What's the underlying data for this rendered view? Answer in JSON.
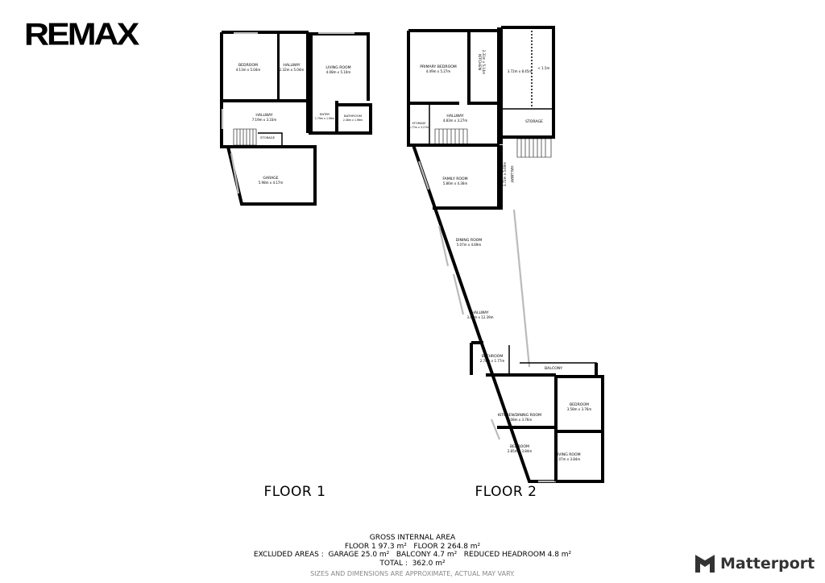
{
  "logo": {
    "text": "REMAX"
  },
  "floors": [
    {
      "label": "FLOOR 1",
      "rooms": [
        {
          "name": "BEDROOM",
          "dims": "4.13m x 5.04m"
        },
        {
          "name": "HALLWAY",
          "dims": "2.32m x 5.04m"
        },
        {
          "name": "LIVING ROOM",
          "dims": "4.08m x 5.10m"
        },
        {
          "name": "HALLWAY",
          "dims": "7.19m x 3.33m"
        },
        {
          "name": "ENTRY",
          "dims": "1.79m x 1.96m"
        },
        {
          "name": "BATHROOM",
          "dims": "2.46m x 1.96m"
        },
        {
          "name": "STORAGE",
          "dims": ""
        },
        {
          "name": "GARAGE",
          "dims": "5.98m x 4.17m"
        }
      ]
    },
    {
      "label": "FLOOR 2",
      "rooms": [
        {
          "name": "PRIMARY BEDROOM",
          "dims": "4.49m x 5.27m"
        },
        {
          "name": "KITCHEN",
          "dims": "2.31m x 5.14m"
        },
        {
          "name": "",
          "dims": "3.72m x 8.45m"
        },
        {
          "name": "STORAGE",
          "dims": ""
        },
        {
          "name": "STORAGE",
          "dims": "1.77m x 3.27m"
        },
        {
          "name": "HALLWAY",
          "dims": "4.83m x 3.27m"
        },
        {
          "name": "HALLWAY",
          "dims": "3.72m x 5.69m"
        },
        {
          "name": "FAMILY ROOM",
          "dims": "5.86m x 4.36m"
        },
        {
          "name": "DINING ROOM",
          "dims": "5.07m x 4.69m"
        },
        {
          "name": "HALLWAY",
          "dims": "3.44m x 12.39m"
        },
        {
          "name": "BATHROOM",
          "dims": "2.78m x 1.77m"
        },
        {
          "name": "BALCONY",
          "dims": ""
        },
        {
          "name": "KITCHEN/DINING ROOM",
          "dims": "5.08m x 3.76m"
        },
        {
          "name": "BEDROOM",
          "dims": "3.58m x 3.76m"
        },
        {
          "name": "BEDROOM",
          "dims": "2.85m x 3.84m"
        },
        {
          "name": "LIVING ROOM",
          "dims": "5.07m x 3.84m"
        }
      ],
      "headroom_mark": "< 1.5m"
    }
  ],
  "summary": {
    "title": "GROSS INTERNAL AREA",
    "floors_line": "FLOOR 1 97.3 m²   FLOOR 2 264.8 m²",
    "excluded_line": "EXCLUDED AREAS :  GARAGE 25.0 m²   BALCONY 4.7 m²   REDUCED HEADROOM 4.8 m²",
    "total_line": "TOTAL :  362.0 m²",
    "disclaimer": "SIZES AND DIMENSIONS ARE APPROXIMATE, ACTUAL MAY VARY."
  },
  "brand": {
    "name": "Matterport"
  }
}
